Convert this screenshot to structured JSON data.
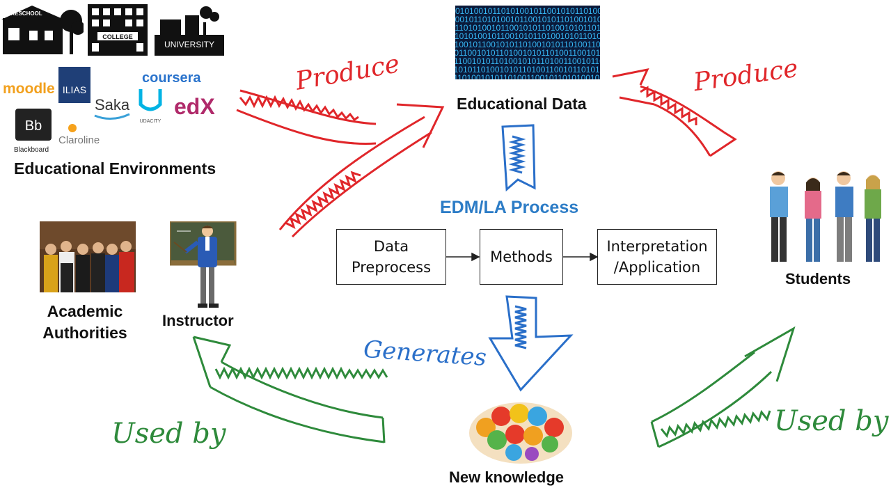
{
  "colors": {
    "produce_red": "#e0262a",
    "generates_blue": "#2a6fc9",
    "used_green": "#2e8a3b",
    "edm_title_blue": "#2c7cc6",
    "data_bg": "#0a1a3a",
    "data_digits": "#37b8f5"
  },
  "top_left": {
    "building_labels": [
      "PRESCHOOL",
      "COLLEGE",
      "UNIVERSITY"
    ],
    "logos": [
      "moodle",
      "ILIAS",
      "Saka",
      "coursera",
      "UDACITY",
      "edX",
      "Bb",
      "Blackboard",
      "Claroline"
    ],
    "caption": "Educational Environments"
  },
  "top_center": {
    "caption": "Educational Data",
    "binary_text": "01010010110101001011001010110100101011010011001011010100101101001010"
  },
  "annotations": {
    "produce_left": "Produce",
    "produce_right": "Produce",
    "generates": "Generates",
    "used_by_left": "Used by",
    "used_by_right": "Used by"
  },
  "process": {
    "title": "EDM/LA Process",
    "steps": [
      {
        "line1": "Data",
        "line2": "Preprocess"
      },
      {
        "line1": "Methods",
        "line2": ""
      },
      {
        "line1": "Interpretation",
        "line2": "/Application"
      }
    ]
  },
  "left_people": {
    "authorities_line1": "Academic",
    "authorities_line2": "Authorities",
    "instructor": "Instructor"
  },
  "students": {
    "caption": "Students"
  },
  "knowledge": {
    "caption": "New knowledge"
  }
}
